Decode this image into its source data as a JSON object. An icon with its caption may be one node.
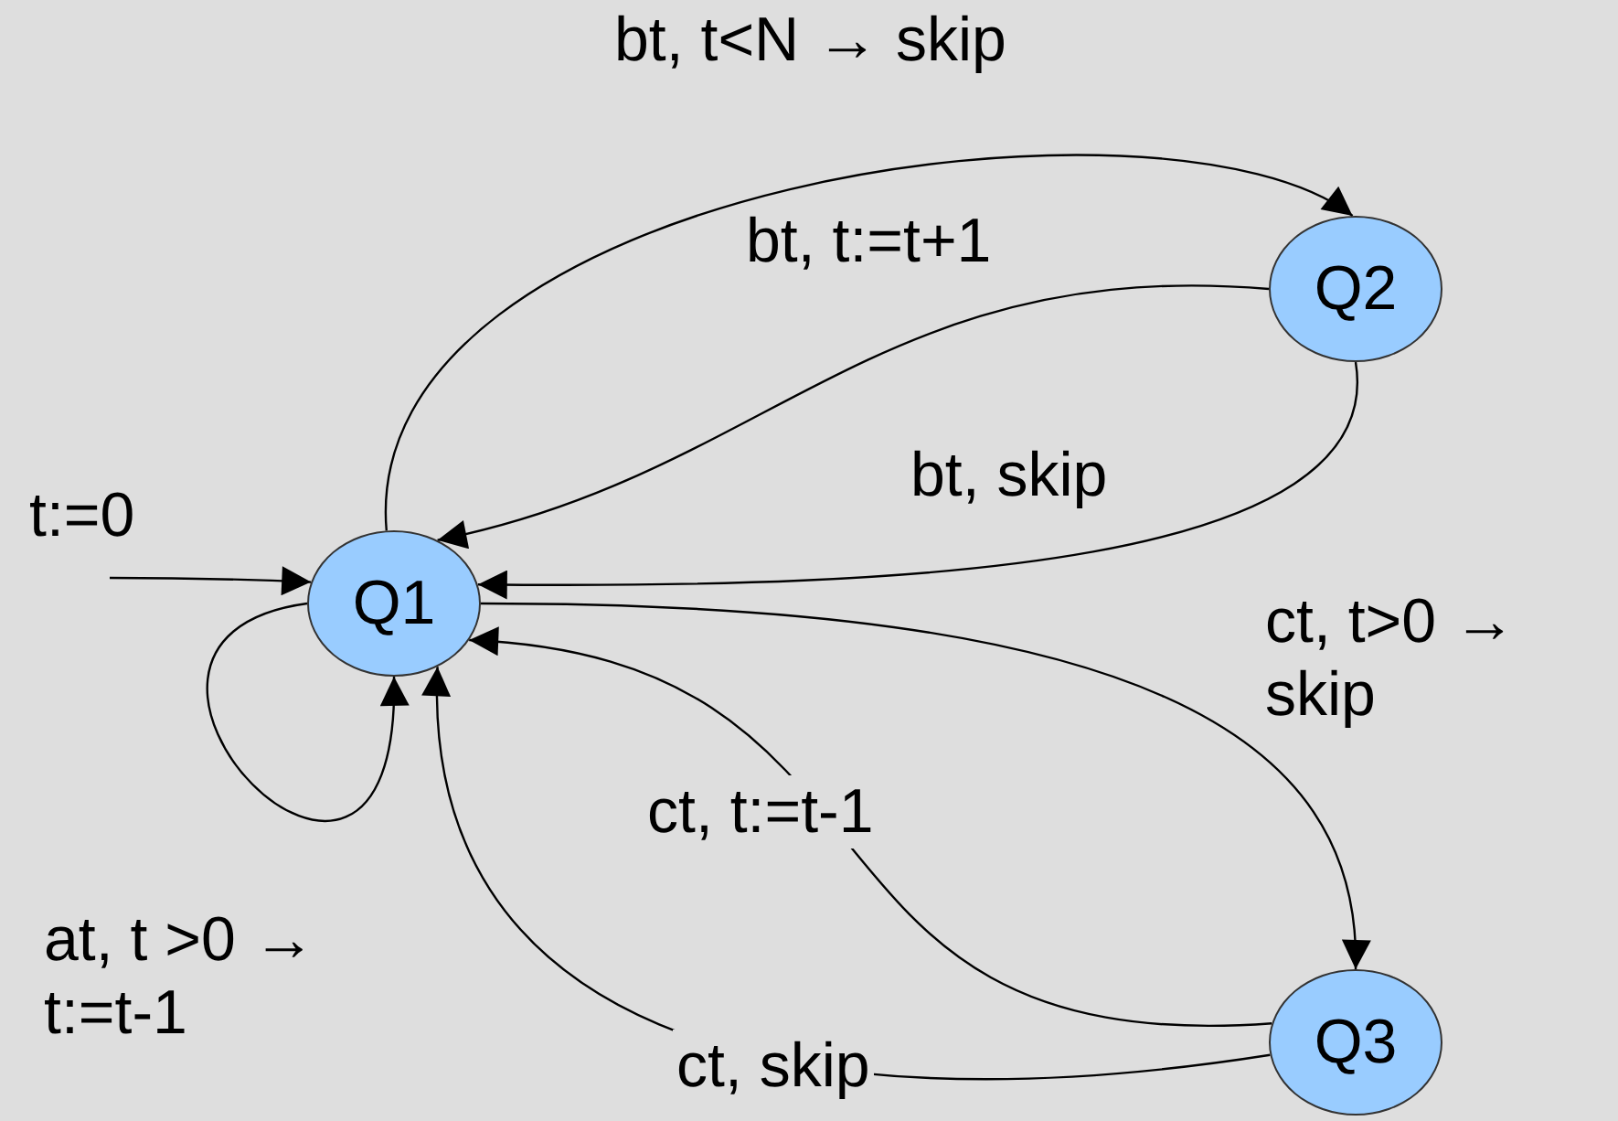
{
  "diagram": {
    "nodes": [
      {
        "text": [
          "Q1"
        ]
      },
      {
        "text": [
          "Q2"
        ]
      },
      {
        "text": [
          "Q3"
        ]
      }
    ],
    "edges": [
      {
        "from": null,
        "to": 0,
        "arrow": "to",
        "label": "t:=0"
      },
      {
        "from": 0,
        "to": 1,
        "arrow": "to",
        "label": "bt, t<N → skip"
      },
      {
        "from": 1,
        "to": 0,
        "arrow": "to",
        "label": "bt, t:=t+1"
      },
      {
        "from": 1,
        "to": 0,
        "arrow": "to",
        "label": "bt, skip"
      },
      {
        "from": 0,
        "to": 0,
        "arrow": "to",
        "label": "at, t >0 → t:=t-1"
      },
      {
        "from": 0,
        "to": 2,
        "arrow": "to",
        "label": "ct, t>0 → skip"
      },
      {
        "from": 2,
        "to": 0,
        "arrow": "to",
        "label": "ct, t:=t-1"
      },
      {
        "from": 2,
        "to": 0,
        "arrow": "to",
        "label": "ct, skip"
      }
    ]
  }
}
